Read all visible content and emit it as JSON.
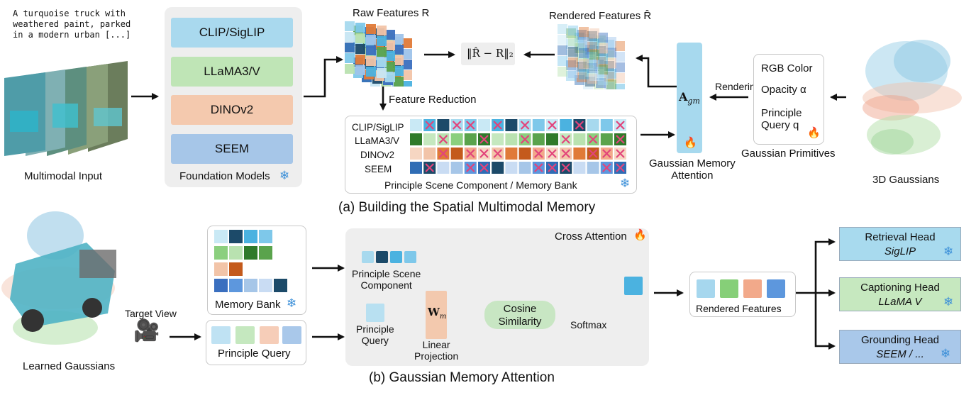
{
  "prompt_text": "A turquoise truck with\nweathered paint, parked\nin a modern urban [...]",
  "multimodal_input": "Multimodal Input",
  "foundation": {
    "models": [
      "CLIP/SigLIP",
      "LLaMA3/V",
      "DINOv2",
      "SEEM"
    ],
    "colors": [
      "#a9d9ee",
      "#bfe5b6",
      "#f4c9ae",
      "#a6c6e8"
    ],
    "label": "Foundation Models"
  },
  "raw_features": "Raw Features R",
  "rendered_features_top": "Rendered Features R̂",
  "loss_formula": "‖R̂ − R‖₂",
  "feature_reduction": "Feature Reduction",
  "memory_bank_rows": {
    "labels": [
      "CLIP/SigLIP",
      "LLaMA3/V",
      "DINOv2",
      "SEEM"
    ],
    "caption": "Principle Scene Component / Memory Bank"
  },
  "gaussian_memory_attention_top": "Gaussian Memory\nAttention",
  "agm": "A",
  "agm_sub": "gm",
  "rendering": "Rendering",
  "primitives": {
    "items": [
      "RGB Color",
      "Opacity α",
      "Principle",
      "Query q"
    ],
    "label": "Gaussian Primitives"
  },
  "gaussians_3d": "3D Gaussians",
  "caption_a": "(a) Building the Spatial Multimodal Memory",
  "learned_gaussians": "Learned Gaussians",
  "target_view": "Target View",
  "memory_bank": "Memory Bank",
  "principle_query_box": "Principle Query",
  "cross_attention": "Cross Attention",
  "principle_scene_component": "Principle Scene\nComponent",
  "principle_query": "Principle\nQuery",
  "wm": "W",
  "wm_sub": "m",
  "linear_projection": "Linear\nProjection",
  "cosine_similarity": "Cosine\nSimilarity",
  "softmax": "Softmax",
  "rendered_features_bottom": "Rendered Features",
  "heads": [
    {
      "name": "Retrieval Head",
      "model": "SigLIP",
      "color": "#a8daee"
    },
    {
      "name": "Captioning Head",
      "model": "LLaMA V",
      "color": "#c6e8bf"
    },
    {
      "name": "Grounding Head",
      "model": "SEEM / ...",
      "color": "#a9c8ea"
    }
  ],
  "caption_b": "(b) Gaussian Memory Attention"
}
